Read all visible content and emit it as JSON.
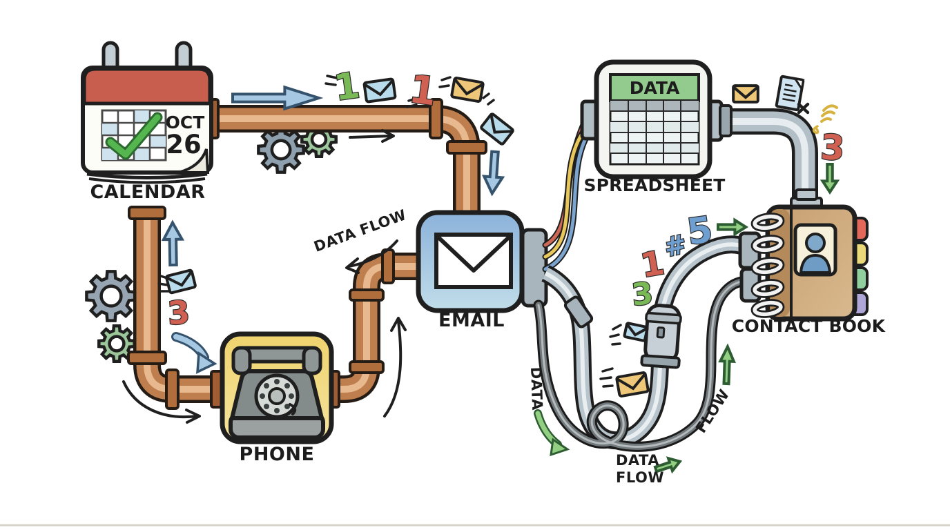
{
  "illustration": {
    "style": "hand-drawn watercolor pipeline showing data flowing between office apps",
    "nodes": {
      "calendar": {
        "label": "CALENDAR",
        "month": "OCT",
        "day": "26"
      },
      "phone": {
        "label": "PHONE"
      },
      "email": {
        "label": "EMAIL"
      },
      "spreadsheet": {
        "label": "SPREADSHEET",
        "sheet_header": "DATA"
      },
      "contact_book": {
        "label": "CONTACT BOOK"
      }
    },
    "flow_labels": {
      "email_pipe": "DATA FLOW",
      "vertical_data": "DATA",
      "bottom_line1": "DATA",
      "bottom_line2": "FLOW",
      "rotated_flow": "FLOW"
    },
    "markers": {
      "green_one": "1",
      "red_one": "1",
      "red_three_left": "3",
      "red_one_mid": "1",
      "green_three_mid": "3",
      "hash_blue": "#",
      "blue_five": "5",
      "red_three_right": "3"
    },
    "icons": [
      "calendar-icon",
      "checkmark-icon",
      "gear-icon",
      "envelope-icon",
      "arrow-icon",
      "rotary-phone-icon",
      "spreadsheet-grid-icon",
      "document-icon",
      "contact-avatar-icon",
      "chirp-icon",
      "cross-icon",
      "pipe",
      "cable",
      "valve"
    ],
    "colors": {
      "copper": "#bf7e4e",
      "steel": "#b2bfc7",
      "cable": "#72797c",
      "green": "#79b957",
      "red": "#cf6052",
      "blue": "#6f9fd0",
      "yellow": "#eac878",
      "ink": "#1f1f1f"
    }
  }
}
